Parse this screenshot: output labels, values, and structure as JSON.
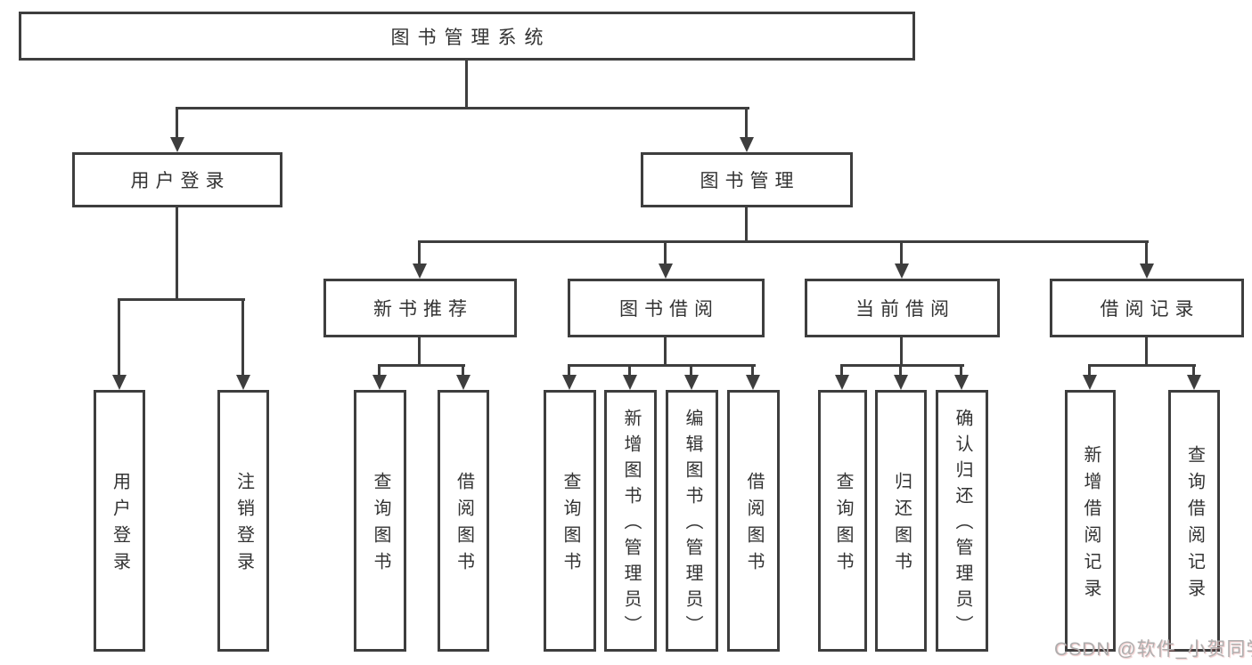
{
  "colors": {
    "line": "#3e3e3e",
    "text": "#333333",
    "watermark": "#aeaeae"
  },
  "tree": {
    "label": "图书管理系统",
    "children": [
      {
        "label": "用户登录",
        "children": [
          {
            "label": "用户登录"
          },
          {
            "label": "注销登录"
          }
        ]
      },
      {
        "label": "图书管理",
        "children": [
          {
            "label": "新书推荐",
            "children": [
              {
                "label": "查询图书"
              },
              {
                "label": "借阅图书"
              }
            ]
          },
          {
            "label": "图书借阅",
            "children": [
              {
                "label": "查询图书"
              },
              {
                "label": "新增图书（管理员）"
              },
              {
                "label": "编辑图书（管理员）"
              },
              {
                "label": "借阅图书"
              }
            ]
          },
          {
            "label": "当前借阅",
            "children": [
              {
                "label": "查询图书"
              },
              {
                "label": "归还图书"
              },
              {
                "label": "确认归还（管理员）"
              }
            ]
          },
          {
            "label": "借阅记录",
            "children": [
              {
                "label": "新增借阅记录"
              },
              {
                "label": "查询借阅记录"
              }
            ]
          }
        ]
      }
    ]
  },
  "watermark": {
    "text": "CSDN @软件_小贺同学"
  }
}
